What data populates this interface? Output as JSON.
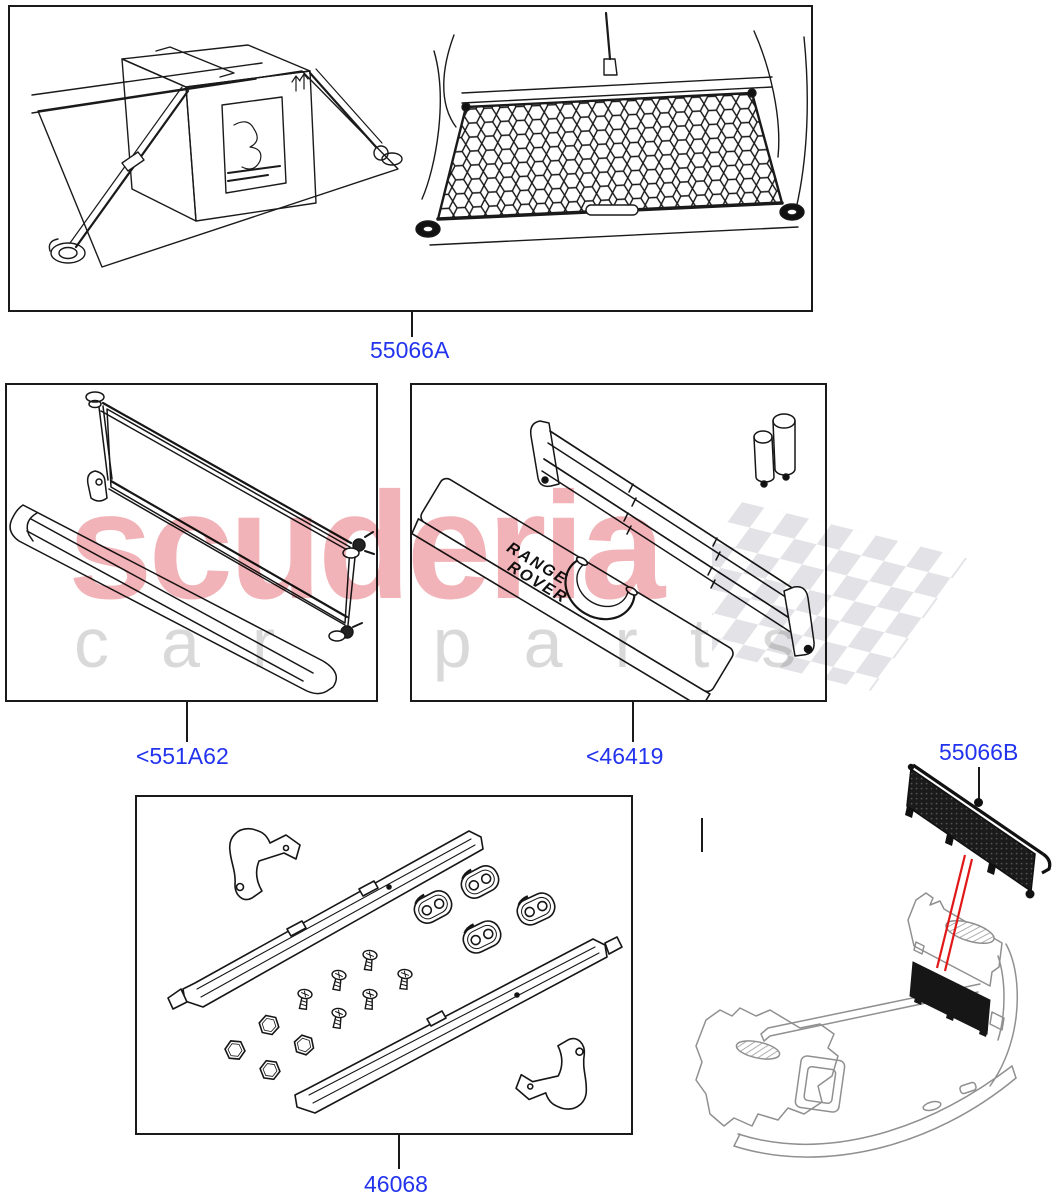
{
  "page": {
    "title": "Loadspace accessory parts diagram",
    "background": "#ffffff"
  },
  "part_labels": {
    "color": "#2233ee",
    "cargo_net_kit": "55066A",
    "loadspace_retainer": "<551A62",
    "divider_kit": "<46419",
    "divider_net_panel": "55066B",
    "mounting_rail_kit": "46068"
  },
  "case_badge": {
    "line1": "RANGE",
    "line2": "ROVER"
  },
  "watermark": {
    "title": "scuderia",
    "subtitle": "car parts",
    "title_color": "#e05a64",
    "subtitle_color": "#d9d9d9",
    "checker_color": "#e3e3e7"
  },
  "callouts": {
    "leader_color": "#1a1a1a",
    "red_pointer_color": "#e01818"
  }
}
